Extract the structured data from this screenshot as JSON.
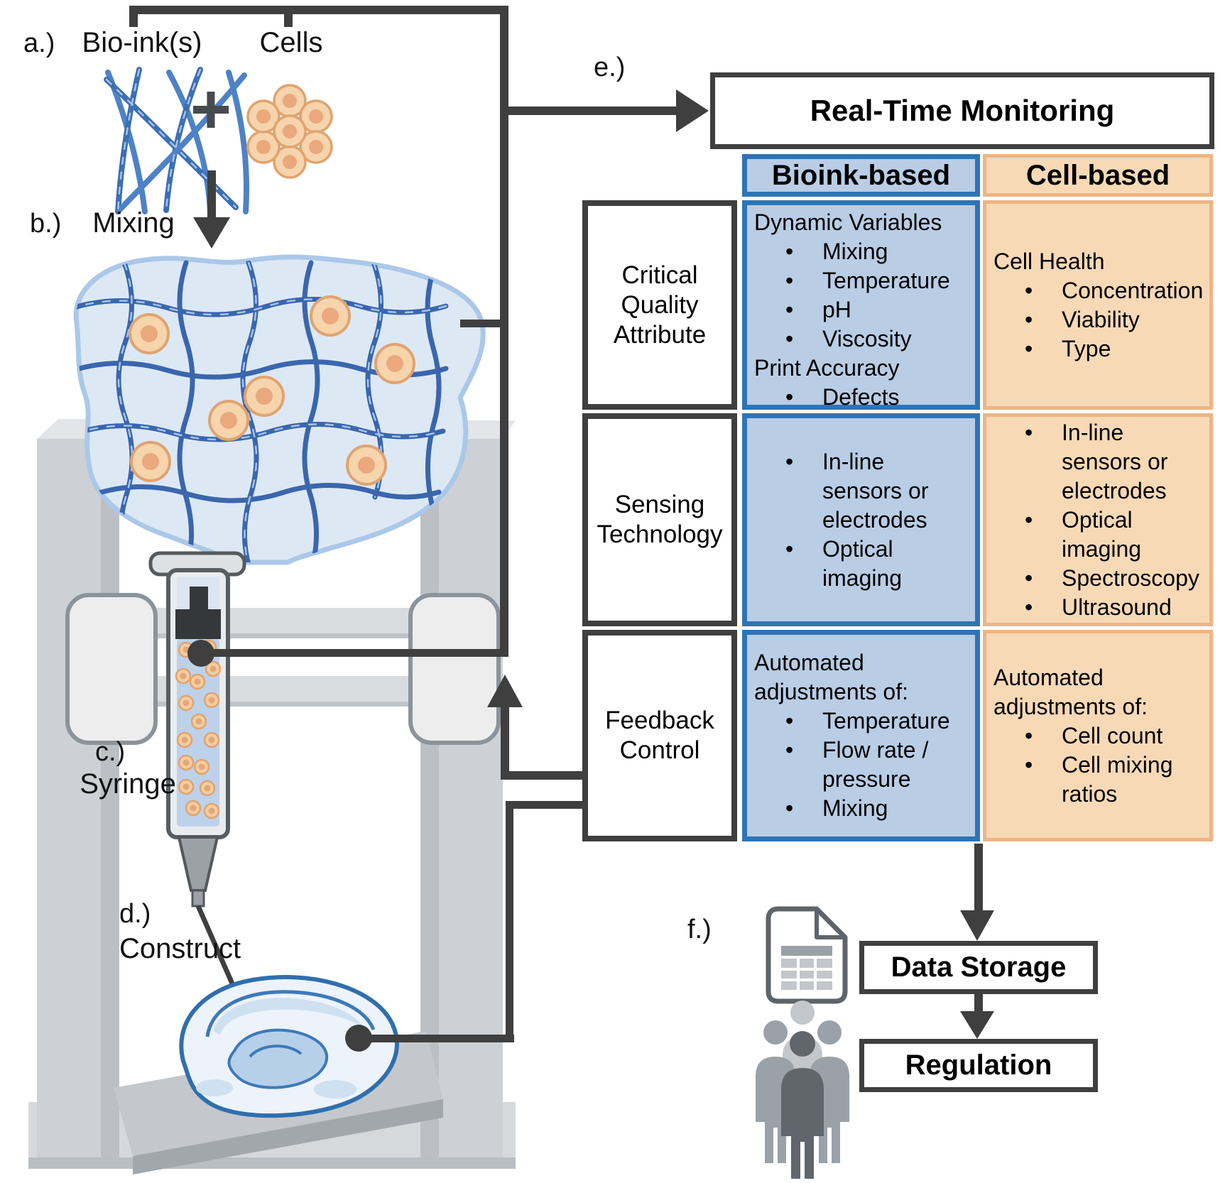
{
  "figure": {
    "panel_labels": {
      "a": "a.)",
      "b": "b.)",
      "c": "c.)",
      "d": "d.)",
      "e": "e.)",
      "f": "f.)"
    },
    "illustration": {
      "bioink_label": "Bio-ink(s)",
      "plus_sign": "+",
      "cells_label": "Cells",
      "mixing_label": "Mixing",
      "syringe_label": "Syringe",
      "construct_label": "Construct"
    },
    "monitoring": {
      "title": "Real-Time Monitoring",
      "column_headers": {
        "bioink": "Bioink-based",
        "cell": "Cell-based"
      },
      "rows": [
        {
          "label": "Critical Quality Attribute",
          "bioink": [
            {
              "t": "Dynamic Variables"
            },
            {
              "t": "Mixing",
              "b": true
            },
            {
              "t": "Temperature",
              "b": true
            },
            {
              "t": "pH",
              "b": true
            },
            {
              "t": "Viscosity",
              "b": true
            },
            {
              "t": "Print Accuracy"
            },
            {
              "t": "Defects",
              "b": true
            }
          ],
          "cell": [
            {
              "t": "Cell Health"
            },
            {
              "t": "Concentration",
              "b": true
            },
            {
              "t": "Viability",
              "b": true
            },
            {
              "t": "Type",
              "b": true
            }
          ]
        },
        {
          "label": "Sensing Technology",
          "bioink": [
            {
              "t": "In-line sensors or electrodes",
              "b": true
            },
            {
              "t": "Optical imaging",
              "b": true
            }
          ],
          "cell": [
            {
              "t": "In-line sensors or electrodes",
              "b": true
            },
            {
              "t": "Optical imaging",
              "b": true
            },
            {
              "t": "Spectroscopy",
              "b": true
            },
            {
              "t": "Ultrasound",
              "b": true
            }
          ]
        },
        {
          "label": "Feedback Control",
          "bioink": [
            {
              "t": "Automated adjustments of:"
            },
            {
              "t": "Temperature",
              "b": true
            },
            {
              "t": "Flow rate / pressure",
              "b": true
            },
            {
              "t": "Mixing",
              "b": true
            }
          ],
          "cell": [
            {
              "t": "Automated adjustments of:"
            },
            {
              "t": "Cell count",
              "b": true
            },
            {
              "t": "Cell mixing ratios",
              "b": true
            }
          ]
        }
      ]
    },
    "outputs": {
      "data_storage": "Data Storage",
      "regulation": "Regulation"
    },
    "icons": [
      "spreadsheet-document-icon",
      "people-group-icon"
    ],
    "colors": {
      "line": "#3f3f3f",
      "bioink_fill": "#b9cde5",
      "bioink_border": "#2e74b6",
      "cell_fill": "#f7d9b6",
      "cell_border": "#edb584"
    }
  }
}
